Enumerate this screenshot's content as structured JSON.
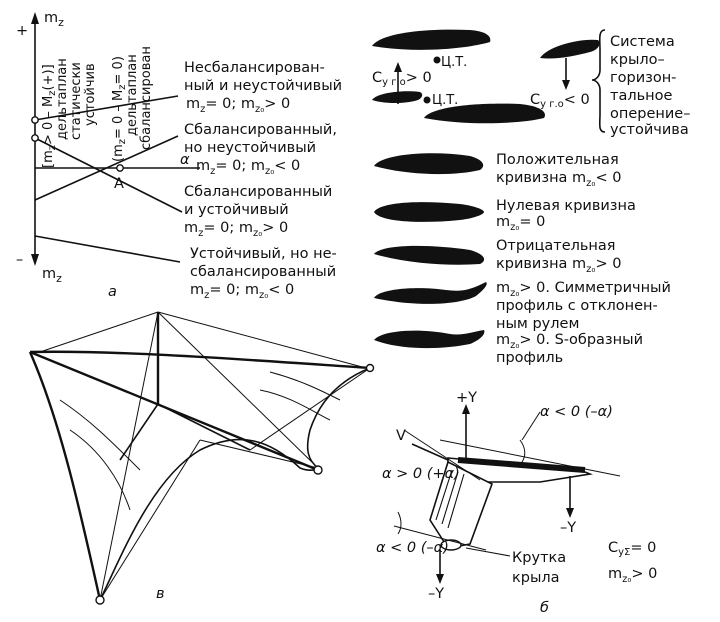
{
  "graph": {
    "axis_top": "m",
    "axis_top_sub": "z",
    "axis_bottom": "m",
    "axis_bottom_sub": "z",
    "plus": "+",
    "minus": "–",
    "alpha": "α",
    "point_a": "A",
    "rot_line1": "[m",
    "rot_line1b": "z",
    "rot_line1c": "> 0 – M",
    "rot_line1d": "z",
    "rot_line1e": "(+)]",
    "rot_line2": "дельтаплан",
    "rot_line3": "статически",
    "rot_line4": "устойчив",
    "rot_line5": "(m",
    "rot_line5b": "z",
    "rot_line5c": "= 0 – M",
    "rot_line5d": "z",
    "rot_line5e": "= 0)",
    "rot_line6": "дельтаплан",
    "rot_line7": "сбалансирован",
    "caption": "а"
  },
  "cases": [
    {
      "line1": "Несбалансирован-",
      "line2": "ный и неустойчивый",
      "line3": "m",
      "s1": "z",
      "m1": "= 0;  m",
      "s2": "z₀",
      "m2": "> 0"
    },
    {
      "line1": "Сбалансированный,",
      "line2": "но неустойчивый",
      "line3": "m",
      "s1": "z",
      "m1": "= 0;  m",
      "s2": "z₀",
      "m2": "< 0"
    },
    {
      "line1": "Сбалансированный",
      "line2": "и устойчивый",
      "line3": "m",
      "s1": "z",
      "m1": "= 0;  m",
      "s2": "z₀",
      "m2": "> 0"
    },
    {
      "line1": "Устойчивый, но не-",
      "line2": "сбалансированный",
      "line3": "m",
      "s1": "z",
      "m1": "= 0;  m",
      "s2": "z₀",
      "m2": "< 0"
    }
  ],
  "tail_system": {
    "cy_left": "C",
    "cy_left_sub": "y г.о",
    "cy_left_rel": "> 0",
    "cy_right": "C",
    "cy_right_sub": "y г.о",
    "cy_right_rel": "< 0",
    "ct1": "Ц.Т.",
    "ct2": "Ц.Т.",
    "brace_lines": [
      "Система",
      "крыло–",
      "горизон-",
      "тальное",
      "оперение–",
      "устойчива"
    ]
  },
  "profiles": [
    {
      "line1": "Положительная",
      "line2a": "кривизна  m",
      "sub": "z₀",
      "line2b": "< 0",
      "line3": ""
    },
    {
      "line1": "Нулевая кривизна",
      "line2a": "m",
      "sub": "z₀",
      "line2b": "= 0",
      "line3": ""
    },
    {
      "line1": "Отрицательная",
      "line2a": "кривизна  m",
      "sub": "z₀",
      "line2b": "> 0",
      "line3": ""
    },
    {
      "line1a": "m",
      "sub1": "z₀",
      "line1b": "> 0. Симметричный",
      "line2": "профиль с отклонен-",
      "line3": "ным рулем"
    },
    {
      "line1a": "m",
      "sub1": "z₀",
      "line1b": "> 0.  S-образный",
      "line2": "профиль",
      "line3": ""
    }
  ],
  "twist": {
    "plus_y": "+Y",
    "minus_y_right": "–Y",
    "minus_y_bottom": "–Y",
    "v": "V",
    "alpha_top": "α < 0 (–α)",
    "alpha_mid": "α > 0 (+α)",
    "alpha_bot": "α < 0 (–α)",
    "krutka1": "Крутка",
    "krutka2": "крыла",
    "cy": "C",
    "cy_sub": "yΣ",
    "cy_rel": "= 0",
    "mz": "m",
    "mz_sub": "z₀",
    "mz_rel": "> 0",
    "caption": "б"
  },
  "glider": {
    "caption": "в"
  }
}
